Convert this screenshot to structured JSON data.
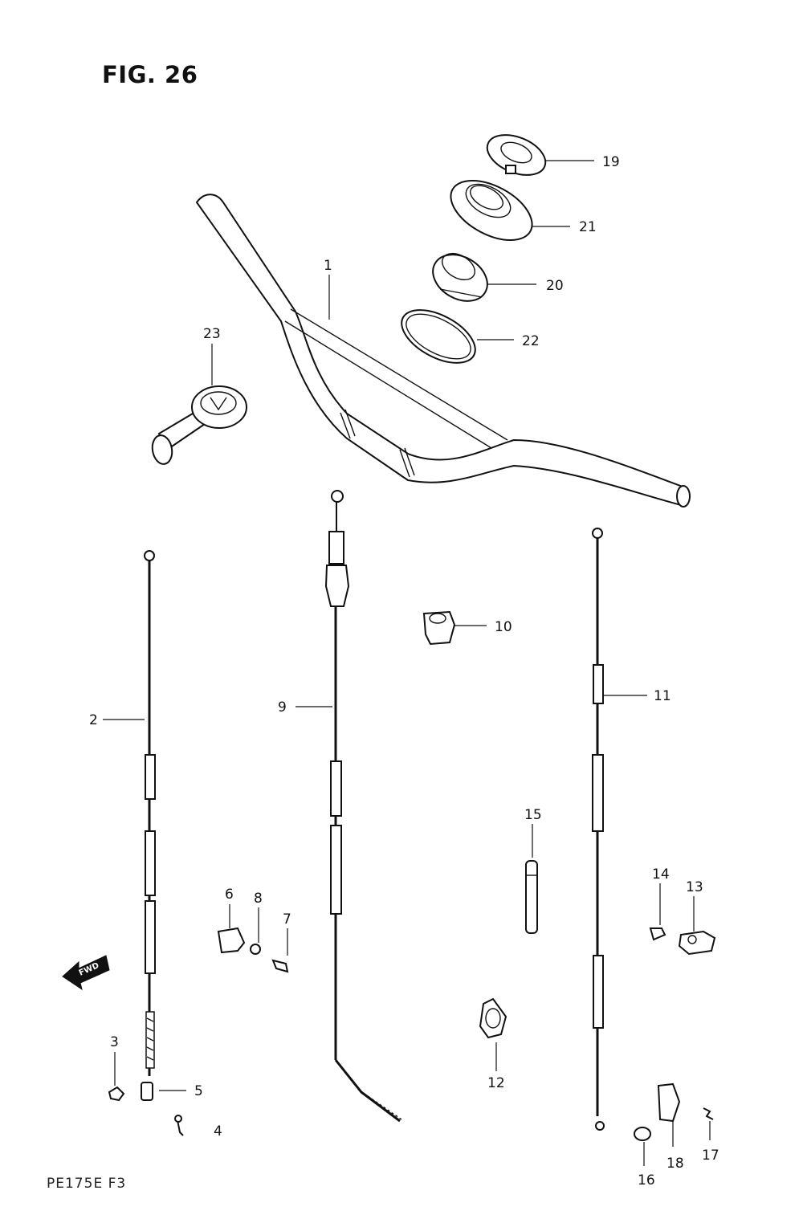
{
  "figure": {
    "title": "FIG. 26",
    "footer": "PE175E F3"
  },
  "direction_marker": {
    "text": "FWD",
    "icon": "fwd-arrow-icon"
  },
  "callouts": [
    {
      "number": "1",
      "part": "handlebar"
    },
    {
      "number": "2",
      "part": "cable"
    },
    {
      "number": "3",
      "part": "nut"
    },
    {
      "number": "4",
      "part": "pin"
    },
    {
      "number": "5",
      "part": "cable-end"
    },
    {
      "number": "6",
      "part": "holder"
    },
    {
      "number": "7",
      "part": "screw"
    },
    {
      "number": "8",
      "part": "washer"
    },
    {
      "number": "9",
      "part": "cable"
    },
    {
      "number": "10",
      "part": "clamp"
    },
    {
      "number": "11",
      "part": "cable"
    },
    {
      "number": "12",
      "part": "clamp"
    },
    {
      "number": "13",
      "part": "holder"
    },
    {
      "number": "14",
      "part": "bolt"
    },
    {
      "number": "15",
      "part": "boot"
    },
    {
      "number": "16",
      "part": "pin"
    },
    {
      "number": "17",
      "part": "spring"
    },
    {
      "number": "18",
      "part": "lever"
    },
    {
      "number": "19",
      "part": "nut"
    },
    {
      "number": "20",
      "part": "bearing"
    },
    {
      "number": "21",
      "part": "bearing-race"
    },
    {
      "number": "22",
      "part": "seal-ring"
    },
    {
      "number": "23",
      "part": "throttle-grip"
    }
  ]
}
